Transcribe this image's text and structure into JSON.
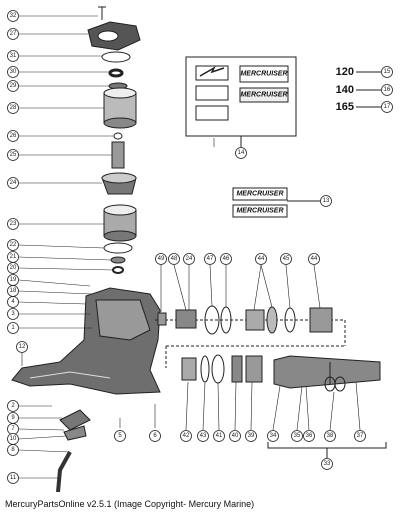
{
  "models": {
    "m120": "120",
    "m140": "140",
    "m165": "165"
  },
  "decals": {
    "brand": "MERCRUISER"
  },
  "caption": "MercuryPartsOnline v2.5.1 (Image Copyright- Mercury Marine)",
  "callouts": [
    "32",
    "27",
    "31",
    "30",
    "29",
    "28",
    "26",
    "25",
    "24",
    "23",
    "22",
    "21",
    "20",
    "19",
    "18",
    "4",
    "3",
    "1",
    "12",
    "2",
    "9",
    "7",
    "10",
    "8",
    "5",
    "6",
    "11",
    "49",
    "48",
    "47",
    "46",
    "45",
    "44",
    "34",
    "35",
    "36",
    "38",
    "37",
    "39",
    "40",
    "41",
    "42",
    "43",
    "33",
    "14",
    "15",
    "16",
    "17",
    "13"
  ]
}
